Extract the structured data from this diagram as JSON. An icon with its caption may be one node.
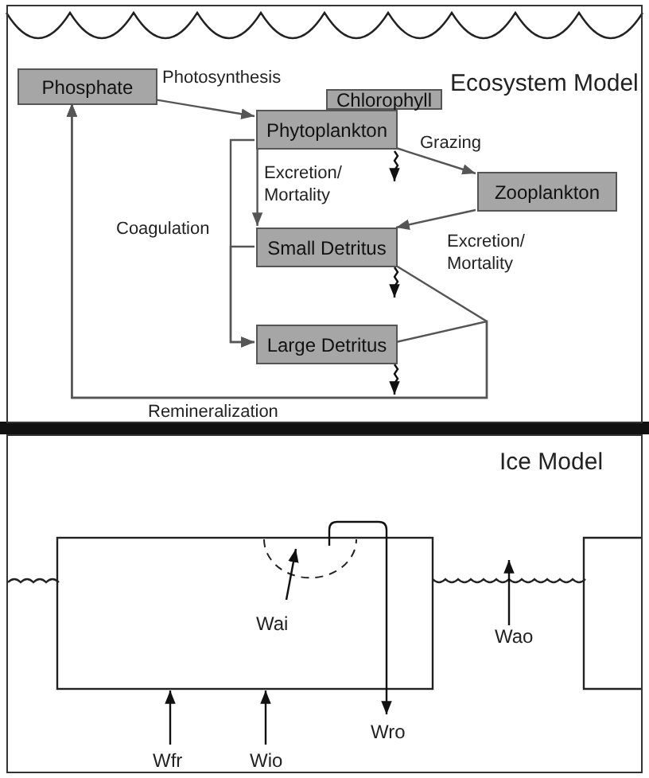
{
  "diagram": {
    "nodes": [
      {
        "text": [
          "Ecosystem Model"
        ]
      },
      {
        "text": [
          "Phosphate"
        ],
        "in": 0
      },
      {
        "text": [
          "Chlorophyll"
        ],
        "in": 0
      },
      {
        "text": [
          "Phytoplankton"
        ],
        "in": 0
      },
      {
        "text": [
          "Zooplankton"
        ],
        "in": 0
      },
      {
        "text": [
          "Small Detritus"
        ],
        "in": 0
      },
      {
        "text": [
          "Large Detritus"
        ],
        "in": 0
      },
      {
        "text": [
          "Ice Model"
        ]
      }
    ],
    "edges": [
      {
        "from": 1,
        "to": 3,
        "arrow": "to",
        "label": "Photosynthesis"
      },
      {
        "from": 3,
        "to": 4,
        "arrow": "to",
        "label": "Grazing"
      },
      {
        "from": 3,
        "to": 5,
        "arrow": "to",
        "label": "Excretion/ Mortality"
      },
      {
        "from": 4,
        "to": 5,
        "arrow": "to",
        "label": "Excretion/ Mortality"
      },
      {
        "from": 3,
        "to": 6,
        "arrow": "to",
        "label": "Coagulation"
      },
      {
        "from": 5,
        "to": 6,
        "arrow": "to"
      },
      {
        "from": 5,
        "to": 1,
        "arrow": "to",
        "label": "Remineralization"
      },
      {
        "from": 6,
        "to": 1,
        "arrow": "to"
      }
    ],
    "labels": [
      "Wai",
      "Wao",
      "Wfr",
      "Wio",
      "Wro"
    ]
  }
}
